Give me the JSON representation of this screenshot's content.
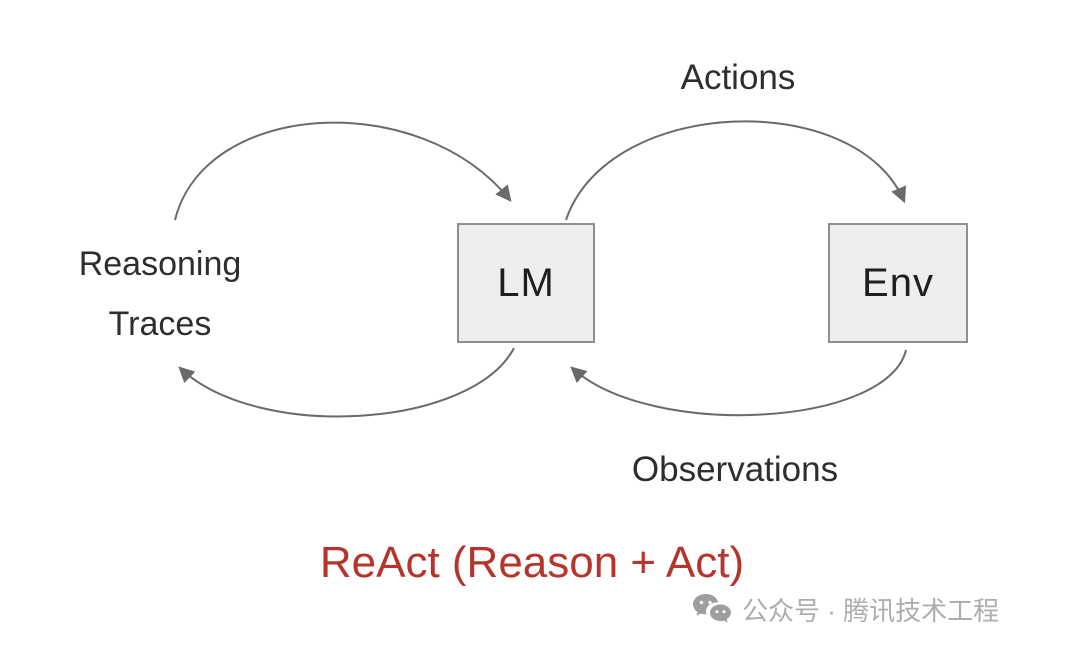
{
  "diagram": {
    "title": {
      "text": "ReAct (Reason + Act)",
      "color": "#b5342c"
    },
    "nodes": [
      {
        "id": "lm",
        "label": "LM"
      },
      {
        "id": "env",
        "label": "Env"
      }
    ],
    "side_label": {
      "line1": "Reasoning",
      "line2": "Traces"
    },
    "edge_labels": {
      "actions": "Actions",
      "observations": "Observations"
    },
    "edges": [
      {
        "from": "reasoning-traces",
        "to": "lm",
        "label": ""
      },
      {
        "from": "lm",
        "to": "reasoning-traces",
        "label": ""
      },
      {
        "from": "lm",
        "to": "env",
        "label": "Actions"
      },
      {
        "from": "env",
        "to": "lm",
        "label": "Observations"
      }
    ],
    "colors": {
      "arrow": "#6a6a6a",
      "box_fill": "#eeeeee",
      "box_border": "#8f8f8f",
      "label_text": "#2e2e2e",
      "title_red": "#b5342c",
      "background": "#ffffff"
    }
  },
  "watermark": {
    "icon": "wechat-icon",
    "text": "公众号 · 腾讯技术工程",
    "color": "#adadad"
  }
}
